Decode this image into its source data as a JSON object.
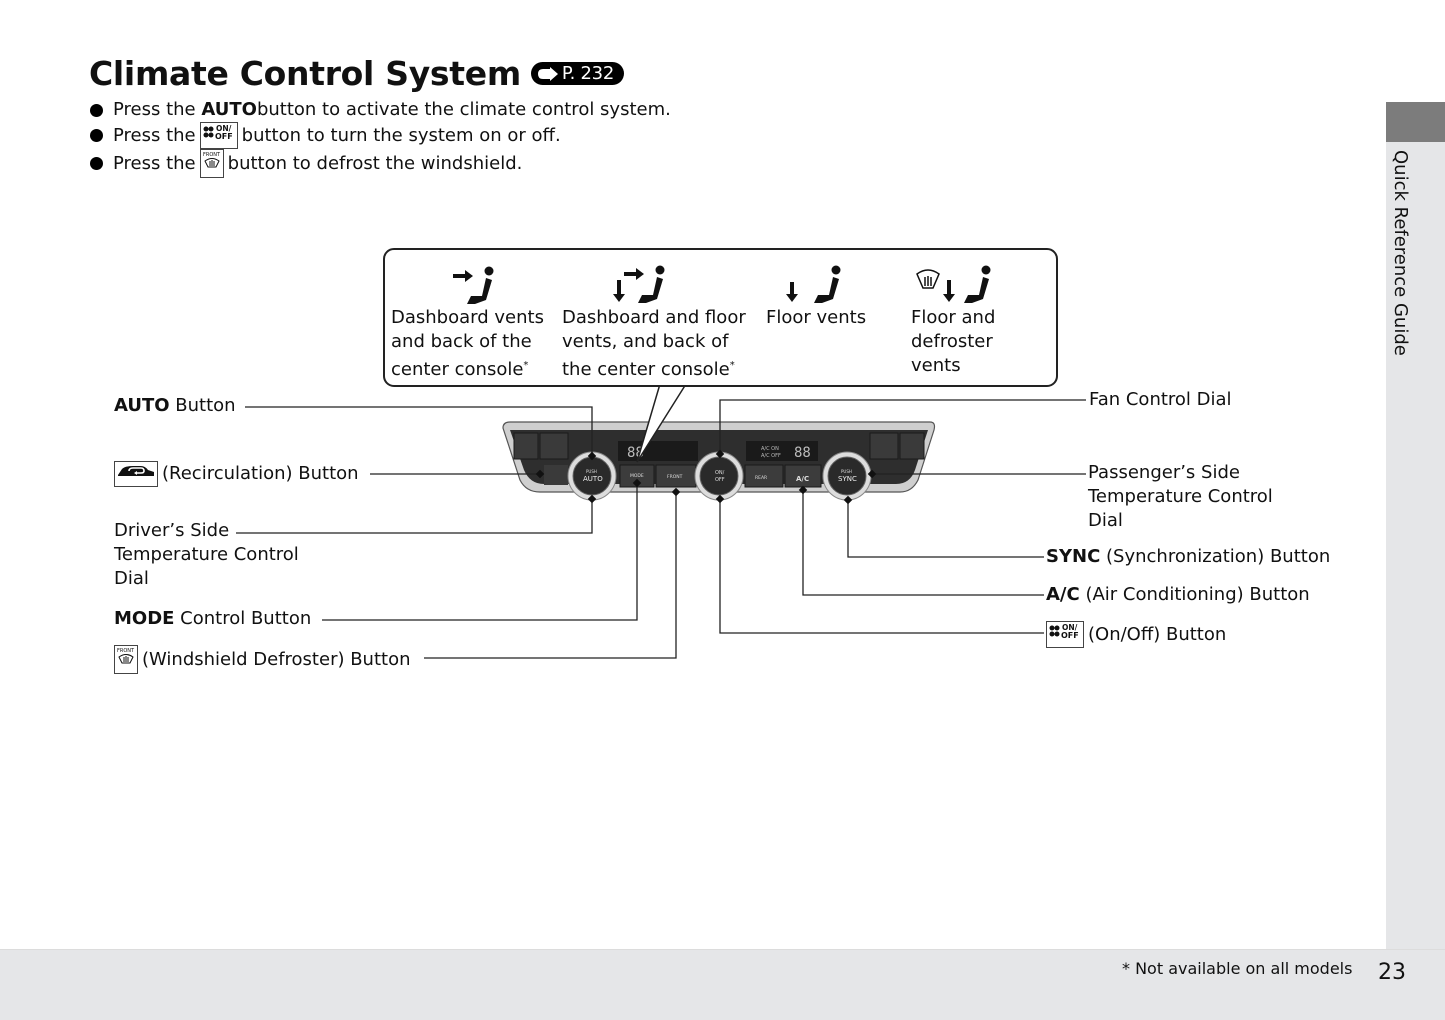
{
  "page": {
    "title": "Climate Control System",
    "title_ref": "P. 232",
    "page_number": "23",
    "side_tab_label": "Quick Reference Guide",
    "footnote": "* Not available on all models"
  },
  "bullets": [
    {
      "pre": "Press the ",
      "bold": "AUTO",
      "icon": null,
      "post": " button to activate the climate control system."
    },
    {
      "pre": "Press the ",
      "bold": "",
      "icon": "fan-on-off-icon",
      "post": " button to turn the system on or off."
    },
    {
      "pre": "Press the ",
      "bold": "",
      "icon": "front-defrost-icon",
      "post": " button to defrost the windshield."
    }
  ],
  "modes": [
    {
      "icon": "dashboard-vent-mode-icon",
      "label": "Dashboard vents\nand back of the\ncenter console",
      "asterisk": "*"
    },
    {
      "icon": "bi-level-vent-mode-icon",
      "label": "Dashboard and floor\nvents, and back of\nthe center console",
      "asterisk": "*"
    },
    {
      "icon": "floor-vent-mode-icon",
      "label": "Floor vents",
      "asterisk": ""
    },
    {
      "icon": "floor-defrost-mode-icon",
      "label": "Floor and\ndefroster\nvents",
      "asterisk": ""
    }
  ],
  "left_labels": {
    "auto": {
      "bold": "AUTO",
      "text": " Button"
    },
    "recirc": {
      "icon": "recirculation-icon",
      "text": " (Recirculation) Button"
    },
    "driver_temp": {
      "text": "Driver’s Side\nTemperature Control\nDial"
    },
    "mode": {
      "bold": "MODE",
      "text": " Control Button"
    },
    "defrost": {
      "icon": "front-defrost-icon",
      "text": " (Windshield Defroster) Button"
    }
  },
  "right_labels": {
    "fan": {
      "text": "Fan Control Dial"
    },
    "pass_temp": {
      "text": "Passenger’s Side\nTemperature Control\nDial"
    },
    "sync": {
      "bold": "SYNC",
      "text": " (Synchronization) Button"
    },
    "ac": {
      "bold": "A/C",
      "text": " (Air Conditioning) Button"
    },
    "onoff": {
      "icon": "fan-on-off-icon",
      "text": " (On/Off) Button"
    }
  },
  "panel": {
    "auto_dial": {
      "top": "PUSH",
      "main": "AUTO"
    },
    "sync_dial": {
      "top": "PUSH",
      "main": "SYNC"
    },
    "fan_dial": {
      "top": "ON/",
      "main": "OFF"
    },
    "mode_btn": "MODE",
    "front_btn": "FRONT",
    "rear_btn": "REAR",
    "ac_btn": "A/C",
    "ac_status": "A/C ON\nA/C OFF",
    "temp_left": "88",
    "temp_right": "88"
  },
  "colors": {
    "ink": "#111111",
    "footer_gray": "#e5e6e8",
    "tab_dark": "#7c7c7c",
    "panel_dark": "#2a2a2a",
    "panel_silver": "#b8b8b8"
  }
}
